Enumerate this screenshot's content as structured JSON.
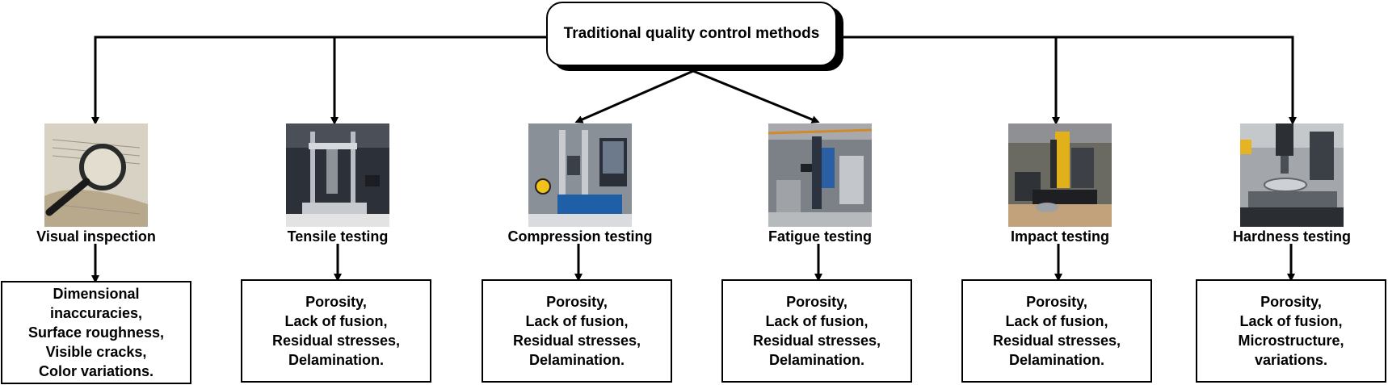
{
  "root": {
    "label": "Traditional quality control methods"
  },
  "methods": [
    {
      "title": "Visual inspection",
      "details": [
        "Dimensional",
        "inaccuracies,",
        "Surface roughness,",
        "Visible cracks,",
        "Color variations."
      ]
    },
    {
      "title": "Tensile testing",
      "details": [
        "Porosity,",
        "Lack of fusion,",
        "Residual stresses,",
        "Delamination."
      ]
    },
    {
      "title": "Compression testing",
      "details": [
        "Porosity,",
        "Lack of fusion,",
        "Residual stresses,",
        "Delamination."
      ]
    },
    {
      "title": "Fatigue testing",
      "details": [
        "Porosity,",
        "Lack of fusion,",
        "Residual stresses,",
        "Delamination."
      ]
    },
    {
      "title": "Impact testing",
      "details": [
        "Porosity,",
        "Lack of fusion,",
        "Residual stresses,",
        "Delamination."
      ]
    },
    {
      "title": "Hardness testing",
      "details": [
        "Porosity,",
        "Lack of fusion,",
        "Microstructure,",
        "variations."
      ]
    }
  ],
  "colors": {
    "line": "#000000",
    "background": "#ffffff"
  }
}
